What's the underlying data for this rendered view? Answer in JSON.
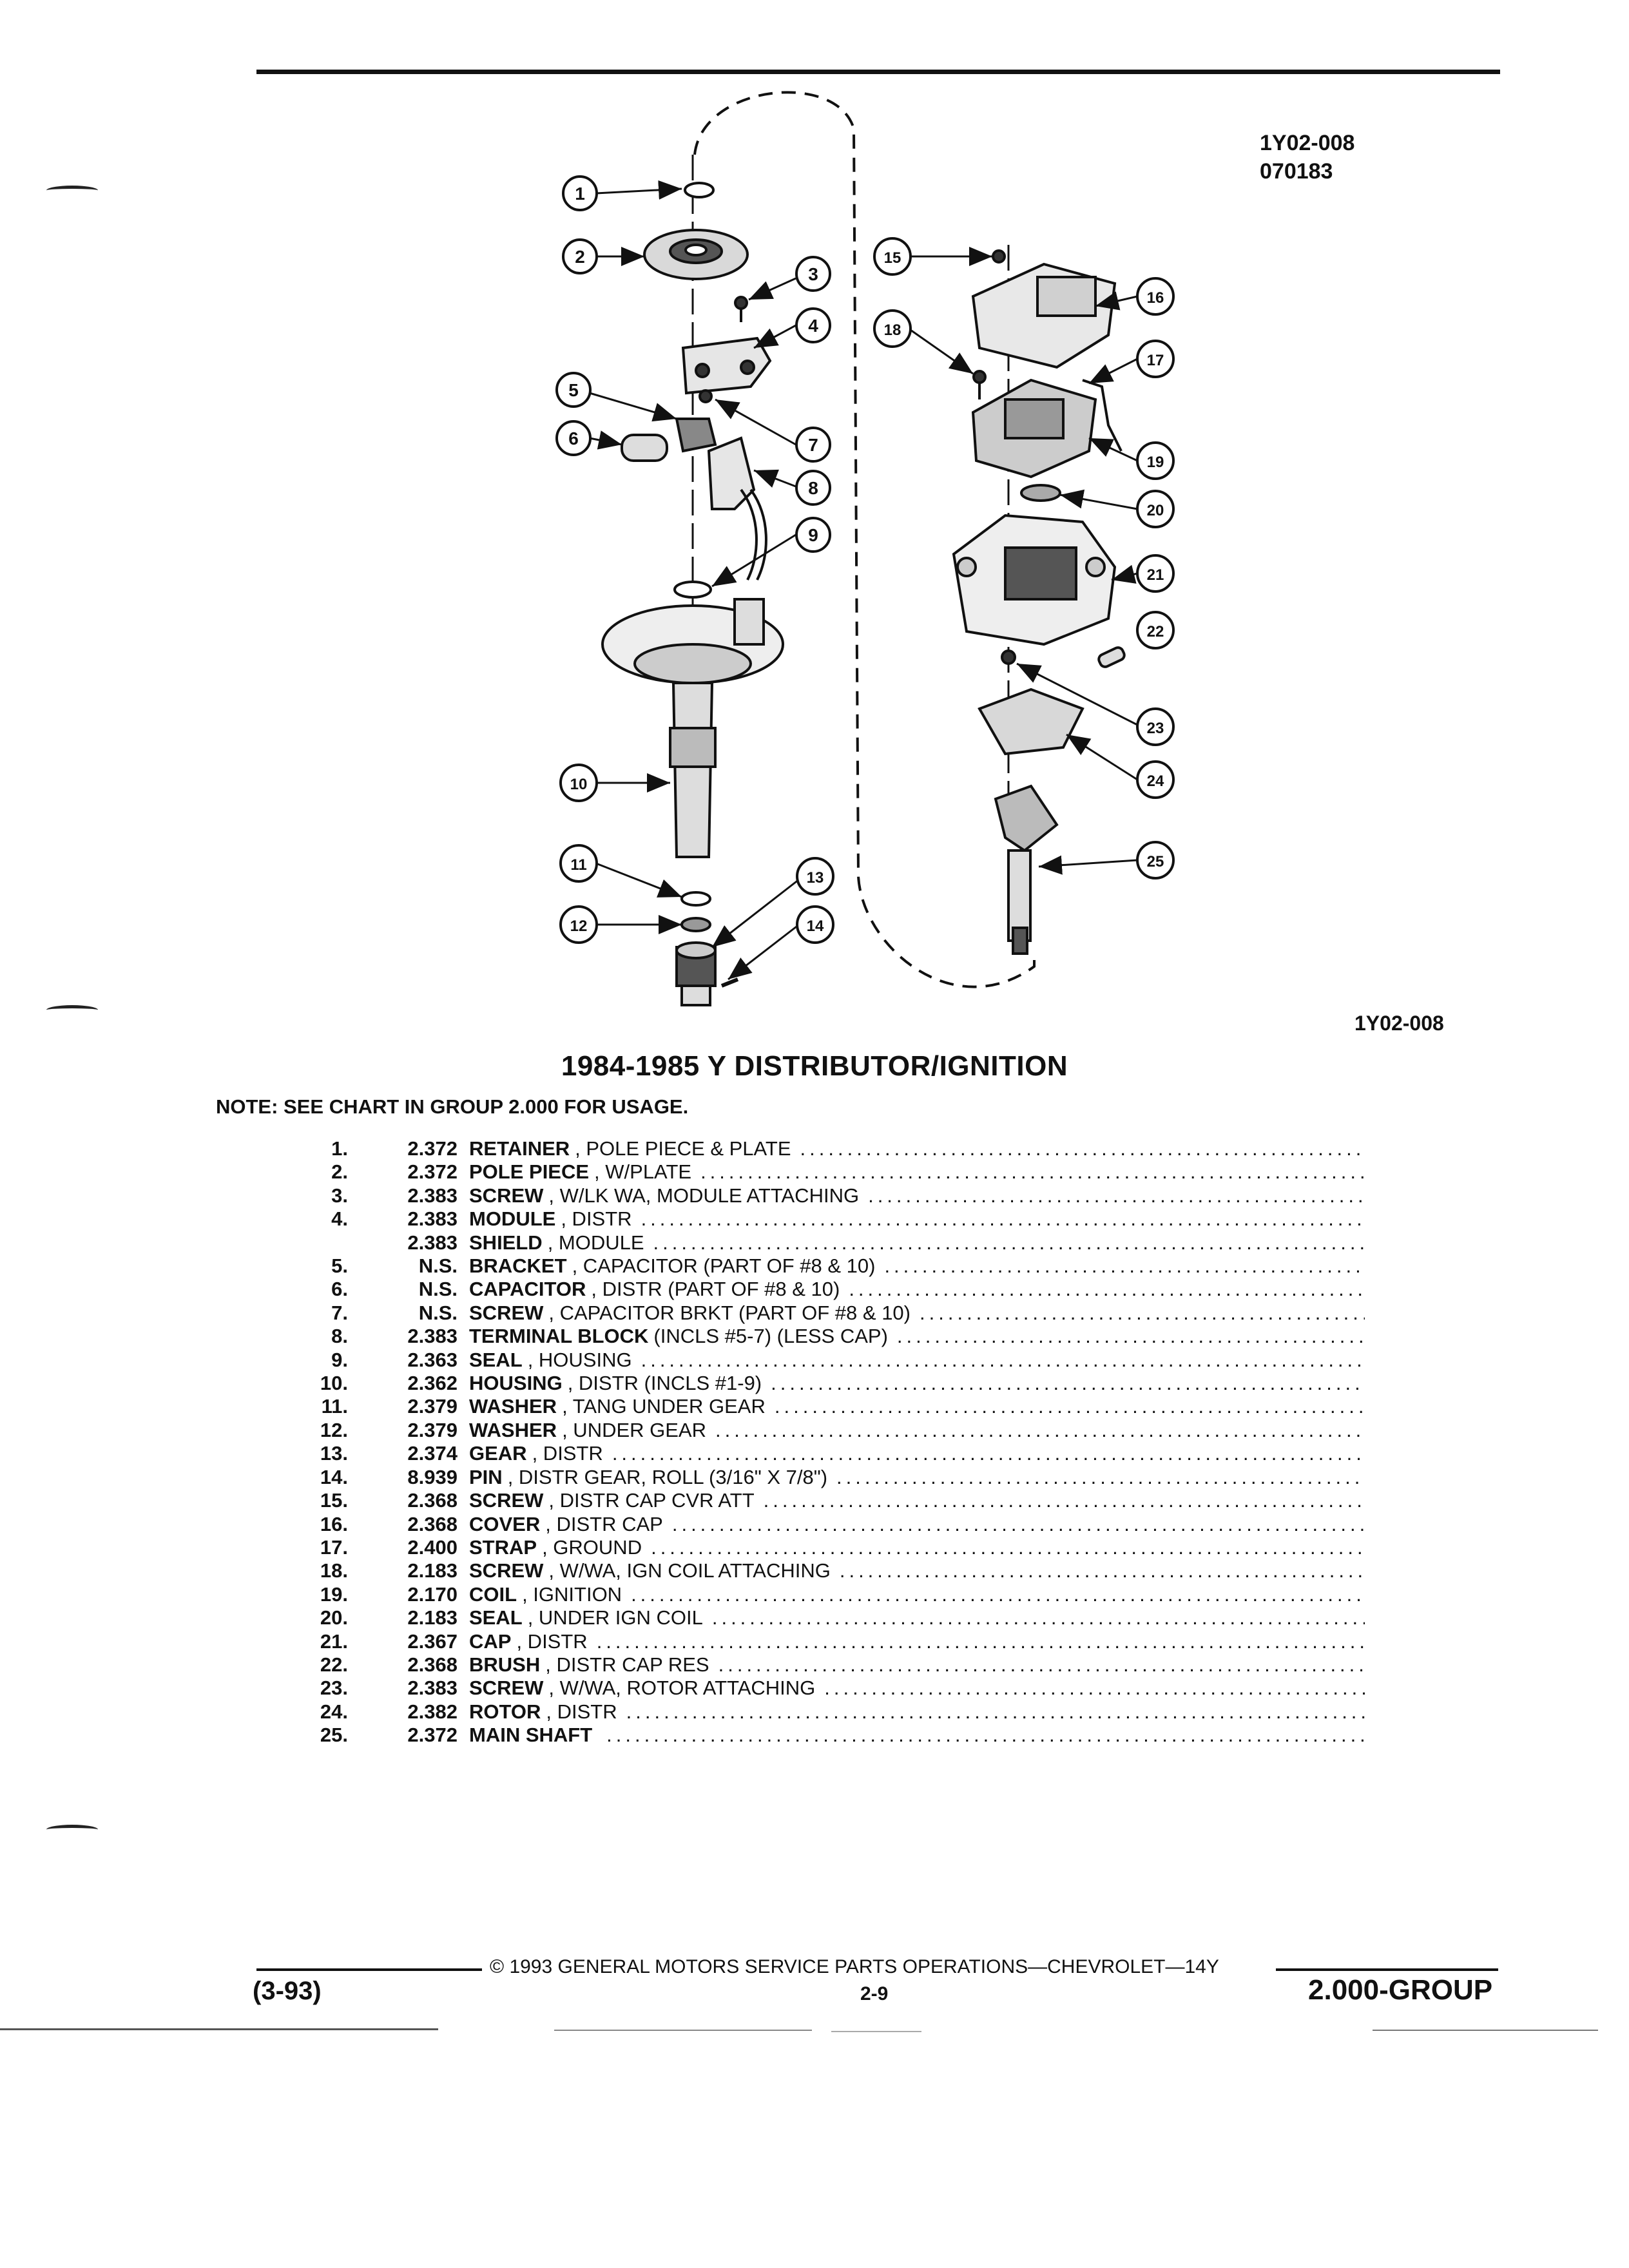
{
  "header": {
    "code_line1": "1Y02-008",
    "code_line2": "070183"
  },
  "diagram": {
    "code": "1Y02-008",
    "callouts": [
      "1",
      "2",
      "3",
      "4",
      "5",
      "6",
      "7",
      "8",
      "9",
      "10",
      "11",
      "12",
      "13",
      "14",
      "15",
      "16",
      "17",
      "18",
      "19",
      "20",
      "21",
      "22",
      "23",
      "24",
      "25"
    ]
  },
  "title": "1984-1985 Y DISTRIBUTOR/IGNITION",
  "note": "NOTE:  SEE CHART IN GROUP 2.000 FOR USAGE.",
  "parts": [
    {
      "num": "1.",
      "group": "2.372",
      "name": "RETAINER",
      "desc": ", POLE PIECE & PLATE"
    },
    {
      "num": "2.",
      "group": "2.372",
      "name": "POLE PIECE",
      "desc": ", W/PLATE"
    },
    {
      "num": "3.",
      "group": "2.383",
      "name": "SCREW",
      "desc": ", W/LK WA, MODULE ATTACHING"
    },
    {
      "num": "4.",
      "group": "2.383",
      "name": "MODULE",
      "desc": ", DISTR"
    },
    {
      "num": "",
      "group": "2.383",
      "name": "SHIELD",
      "desc": ", MODULE"
    },
    {
      "num": "5.",
      "group": "N.S.",
      "name": "BRACKET",
      "desc": ", CAPACITOR (PART OF #8 & 10)"
    },
    {
      "num": "6.",
      "group": "N.S.",
      "name": "CAPACITOR",
      "desc": ", DISTR (PART OF #8 & 10)"
    },
    {
      "num": "7.",
      "group": "N.S.",
      "name": "SCREW",
      "desc": ", CAPACITOR BRKT (PART OF #8 & 10)"
    },
    {
      "num": "8.",
      "group": "2.383",
      "name": "TERMINAL BLOCK",
      "desc": "(INCLS #5-7) (LESS CAP)"
    },
    {
      "num": "9.",
      "group": "2.363",
      "name": "SEAL",
      "desc": ", HOUSING"
    },
    {
      "num": "10.",
      "group": "2.362",
      "name": "HOUSING",
      "desc": ", DISTR (INCLS #1-9)"
    },
    {
      "num": "11.",
      "group": "2.379",
      "name": "WASHER",
      "desc": ", TANG UNDER GEAR"
    },
    {
      "num": "12.",
      "group": "2.379",
      "name": "WASHER",
      "desc": ", UNDER GEAR"
    },
    {
      "num": "13.",
      "group": "2.374",
      "name": "GEAR",
      "desc": ", DISTR"
    },
    {
      "num": "14.",
      "group": "8.939",
      "name": "PIN",
      "desc": ", DISTR GEAR, ROLL (3/16\" X 7/8\")"
    },
    {
      "num": "15.",
      "group": "2.368",
      "name": "SCREW",
      "desc": ", DISTR CAP CVR ATT"
    },
    {
      "num": "16.",
      "group": "2.368",
      "name": "COVER",
      "desc": ", DISTR CAP"
    },
    {
      "num": "17.",
      "group": "2.400",
      "name": "STRAP",
      "desc": ", GROUND"
    },
    {
      "num": "18.",
      "group": "2.183",
      "name": "SCREW",
      "desc": ", W/WA, IGN COIL ATTACHING"
    },
    {
      "num": "19.",
      "group": "2.170",
      "name": "COIL",
      "desc": ", IGNITION"
    },
    {
      "num": "20.",
      "group": "2.183",
      "name": "SEAL",
      "desc": ", UNDER IGN COIL"
    },
    {
      "num": "21.",
      "group": "2.367",
      "name": "CAP",
      "desc": ", DISTR"
    },
    {
      "num": "22.",
      "group": "2.368",
      "name": "BRUSH",
      "desc": ", DISTR CAP RES"
    },
    {
      "num": "23.",
      "group": "2.383",
      "name": "SCREW",
      "desc": ", W/WA, ROTOR ATTACHING"
    },
    {
      "num": "24.",
      "group": "2.382",
      "name": "ROTOR",
      "desc": ", DISTR"
    },
    {
      "num": "25.",
      "group": "2.372",
      "name": "MAIN SHAFT",
      "desc": ""
    }
  ],
  "footer": {
    "copyright": "© 1993 GENERAL MOTORS SERVICE PARTS OPERATIONS—CHEVROLET—14Y",
    "date": "(3-93)",
    "page": "2-9",
    "group": "2.000-GROUP"
  }
}
